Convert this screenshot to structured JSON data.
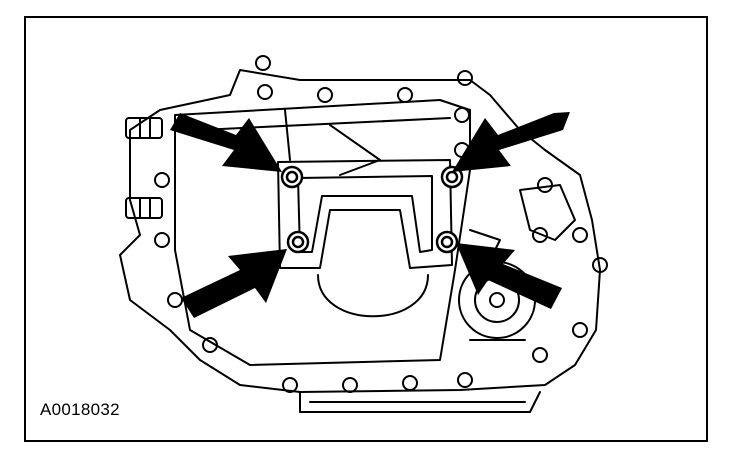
{
  "figure": {
    "id_label": "A0018032"
  },
  "colors": {
    "line": "#000000",
    "background": "#ffffff"
  },
  "callouts": {
    "count": 4,
    "icon": "arrow"
  }
}
